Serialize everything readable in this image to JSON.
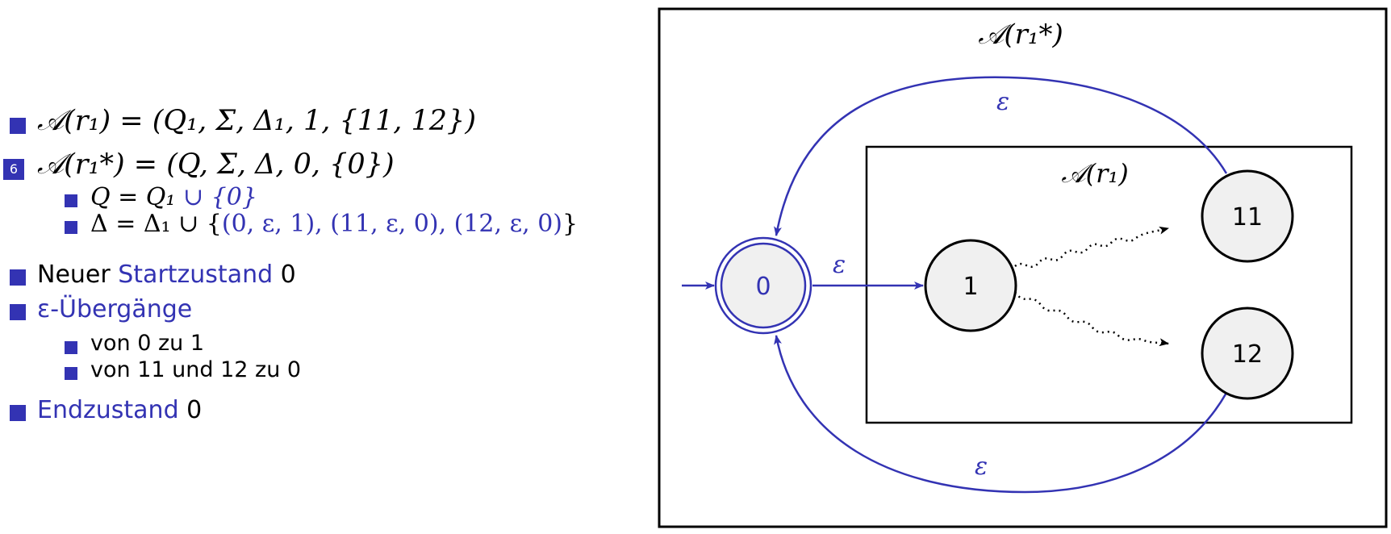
{
  "left_panel": {
    "line1": {
      "text": "𝒜(r₁) = (Q₁, Σ, Δ₁, 1, {11, 12})"
    },
    "slide_number": "6",
    "line2": {
      "text": "𝒜(r₁*) = (Q, Σ, Δ, 0, {0})"
    },
    "line2a": {
      "prefix": "Q = Q₁",
      "suffix": " ∪ {0}"
    },
    "line2b": {
      "prefix": "Δ = Δ₁ ∪ {",
      "blue_part": "(0, ε, 1), (11, ε, 0), (12, ε, 0)",
      "suffix": "}"
    },
    "line3": {
      "pre": "Neuer ",
      "highlight": "Startzustand",
      "post": " 0"
    },
    "line4": {
      "highlight": "ε-Übergänge"
    },
    "line4a": {
      "text": "von 0 zu 1"
    },
    "line4b": {
      "text": "von 11 und 12 zu 0"
    },
    "line5": {
      "highlight": "Endzustand",
      "post": " 0"
    }
  },
  "diagram": {
    "outer_title": "𝒜(r₁*)",
    "inner_title": "𝒜(r₁)",
    "states": {
      "s0": "0",
      "s1": "1",
      "s11": "11",
      "s12": "12"
    },
    "edge_labels": {
      "top": "ε",
      "bottom": "ε",
      "middle": "ε"
    }
  },
  "colors": {
    "accent": "#3333b3",
    "node_fill": "#f0f0f0"
  }
}
